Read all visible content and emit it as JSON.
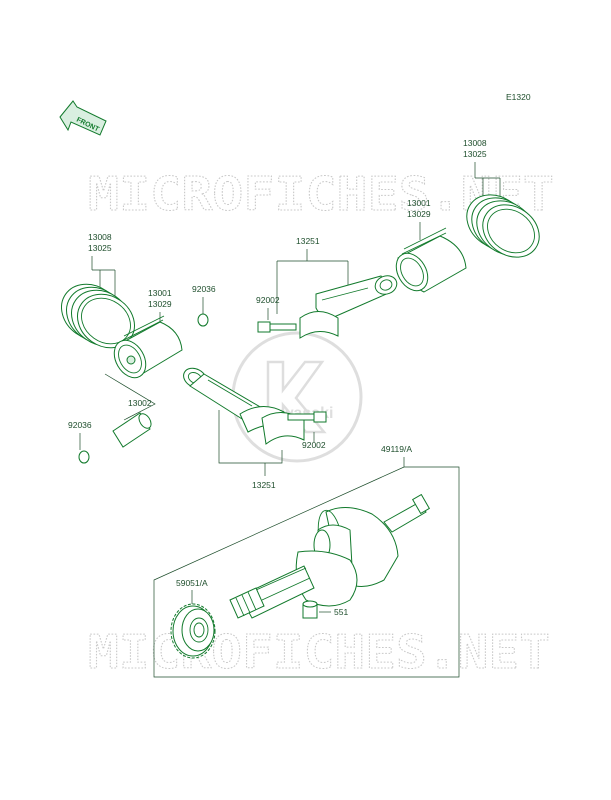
{
  "diagram": {
    "page_code": "E1320",
    "front_arrow": "FRONT",
    "watermark_top": "MICROFICHES.NET",
    "watermark_bottom": "MICROFICHES.NET",
    "watermark_logo_text": "Kawasaki",
    "labels": {
      "rings_left": [
        "13008",
        "13025"
      ],
      "piston_left": [
        "13001",
        "13029"
      ],
      "clip_upper": "92036",
      "pin": "13002",
      "clip_lower": "92036",
      "rod_upper_set": "13251",
      "bolt_upper": "92002",
      "piston_right": [
        "13001",
        "13029"
      ],
      "rings_right": [
        "13008",
        "13025"
      ],
      "bolt_lower": "92002",
      "rod_lower_set": "13251",
      "crankshaft": "49119/A",
      "gear": "59051/A",
      "dowel": "551"
    },
    "colors": {
      "line": "#127a2c",
      "text": "#1e4e2c",
      "watermark": "#c9c9c9"
    }
  }
}
